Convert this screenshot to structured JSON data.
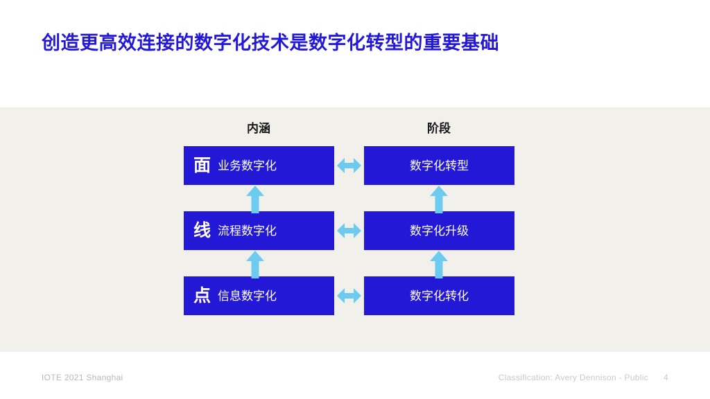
{
  "slide": {
    "title": "创造更高效连接的数字化技术是数字化转型的重要基础",
    "title_color": "#2318d6",
    "panel_bg": "#f1f0ea",
    "box_color": "#2318d6",
    "arrow_color": "#6ccbef"
  },
  "diagram": {
    "headers": {
      "left": "内涵",
      "right": "阶段"
    },
    "rows": [
      {
        "code": "面",
        "left_label": "业务数字化",
        "right_label": "数字化转型",
        "connector": "double-arrow-horizontal"
      },
      {
        "code": "线",
        "left_label": "流程数字化",
        "right_label": "数字化升级",
        "connector": "double-arrow-horizontal"
      },
      {
        "code": "点",
        "left_label": "信息数字化",
        "right_label": "数字化转化",
        "connector": "double-arrow-horizontal"
      }
    ],
    "vertical_connectors": [
      {
        "direction": "up",
        "between": "点 → 线"
      },
      {
        "direction": "up",
        "between": "线 → 面"
      }
    ]
  },
  "footer": {
    "left": "IOTE 2021 Shanghai",
    "classification": "Classification: Avery Dennison - Public",
    "page_number": "4"
  }
}
